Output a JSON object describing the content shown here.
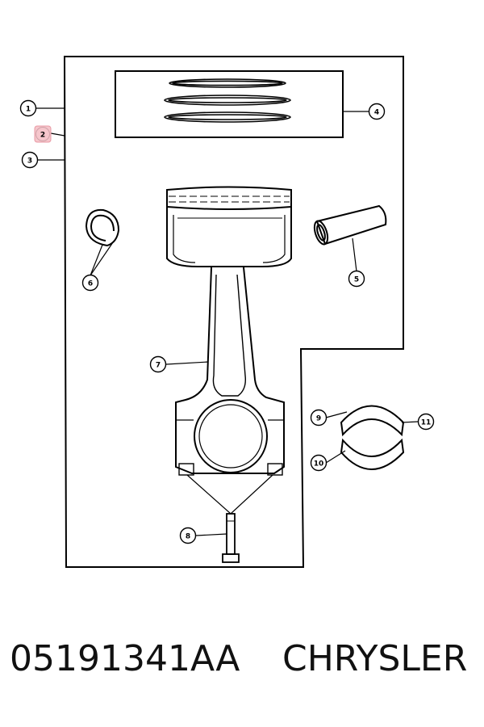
{
  "diagram": {
    "callouts": [
      {
        "label": "1"
      },
      {
        "label": "2",
        "highlighted": true
      },
      {
        "label": "3"
      },
      {
        "label": "4"
      },
      {
        "label": "5"
      },
      {
        "label": "6"
      },
      {
        "label": "7"
      },
      {
        "label": "8"
      },
      {
        "label": "9"
      },
      {
        "label": "10"
      },
      {
        "label": "11"
      }
    ],
    "highlight_color": "#e89aa4"
  },
  "footer": {
    "part_number": "05191341AA",
    "brand": "CHRYSLER"
  }
}
